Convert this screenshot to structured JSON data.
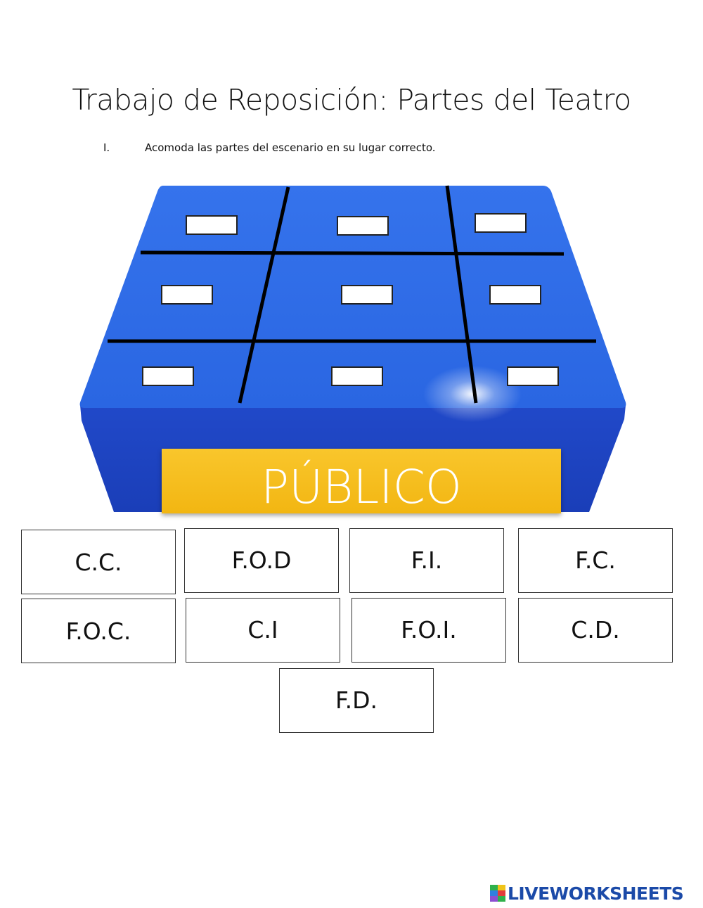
{
  "title": "Trabajo de Reposición: Partes del Teatro",
  "instruction": {
    "number": "I.",
    "text": "Acomoda las partes del escenario en su lugar correcto."
  },
  "stage": {
    "audience_label": "PÚBLICO",
    "colors": {
      "top": "#2f6ee8",
      "front": "#1f46c6",
      "audience": "#f5bd1f",
      "lines": "#000000"
    },
    "drop_zones": [
      "",
      "",
      "",
      "",
      "",
      "",
      "",
      "",
      ""
    ]
  },
  "answers": [
    "C.C.",
    "F.O.D",
    "F.I.",
    "F.C.",
    "F.O.C.",
    "C.I",
    "F.O.I.",
    "C.D.",
    "F.D."
  ],
  "logo": {
    "text": "LIVEWORKSHEETS"
  }
}
